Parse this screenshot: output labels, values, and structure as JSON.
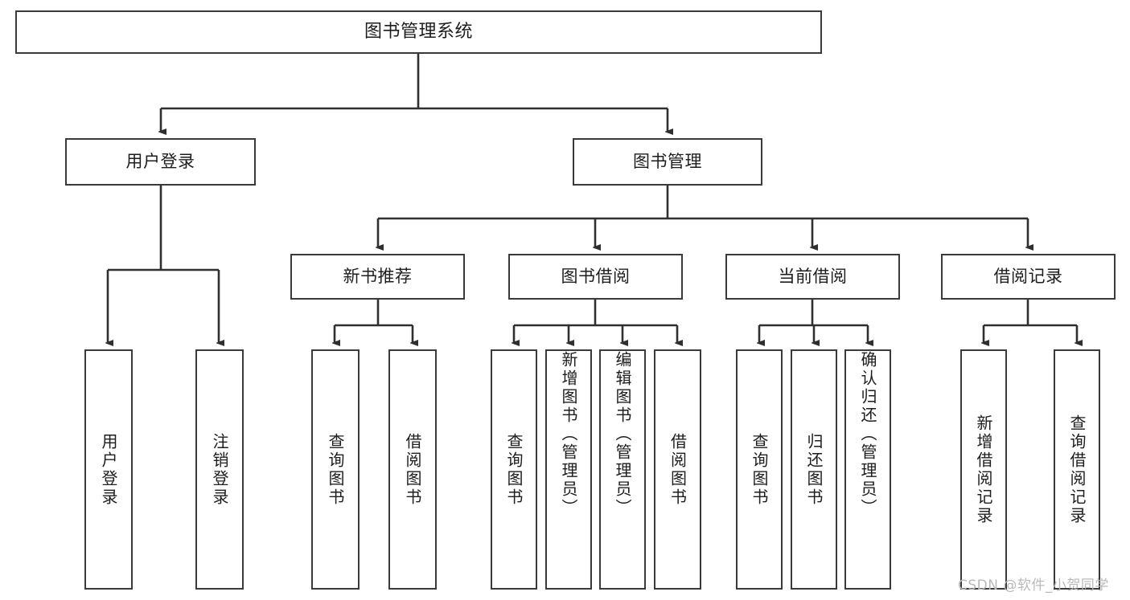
{
  "diagram": {
    "title": "图书管理系统",
    "type": "tree-hierarchy-chart",
    "watermark": "CSDN @软件_小贺同学",
    "colors": {
      "stroke": "#3a3a3a",
      "fill": "#ffffff",
      "text": "#1d1d1d",
      "watermark": "#b9b9b9"
    },
    "nodes": {
      "root": {
        "label": "图书管理系统"
      },
      "level2": [
        {
          "id": "user-login",
          "label": "用户登录"
        },
        {
          "id": "book-manage",
          "label": "图书管理"
        }
      ],
      "level3": [
        {
          "id": "new-book-recommend",
          "label": "新书推荐"
        },
        {
          "id": "book-borrow",
          "label": "图书借阅"
        },
        {
          "id": "current-borrow",
          "label": "当前借阅"
        },
        {
          "id": "borrow-record",
          "label": "借阅记录"
        }
      ],
      "leaves": {
        "user-login": [
          {
            "id": "leaf-user-login",
            "label": "用户登录"
          },
          {
            "id": "leaf-logout",
            "label": "注销登录"
          }
        ],
        "new-book-recommend": [
          {
            "id": "leaf-query-book-1",
            "label": "查询图书"
          },
          {
            "id": "leaf-borrow-book-1",
            "label": "借阅图书"
          }
        ],
        "book-borrow": [
          {
            "id": "leaf-query-book-2",
            "label": "查询图书"
          },
          {
            "id": "leaf-add-book",
            "label": "新增图书（管理员）"
          },
          {
            "id": "leaf-edit-book",
            "label": "编辑图书（管理员）"
          },
          {
            "id": "leaf-borrow-book-2",
            "label": "借阅图书"
          }
        ],
        "current-borrow": [
          {
            "id": "leaf-query-book-3",
            "label": "查询图书"
          },
          {
            "id": "leaf-return-book",
            "label": "归还图书"
          },
          {
            "id": "leaf-confirm-return",
            "label": "确认归还（管理员）"
          }
        ],
        "borrow-record": [
          {
            "id": "leaf-add-record",
            "label": "新增借阅记录"
          },
          {
            "id": "leaf-query-record",
            "label": "查询借阅记录"
          }
        ]
      }
    }
  }
}
